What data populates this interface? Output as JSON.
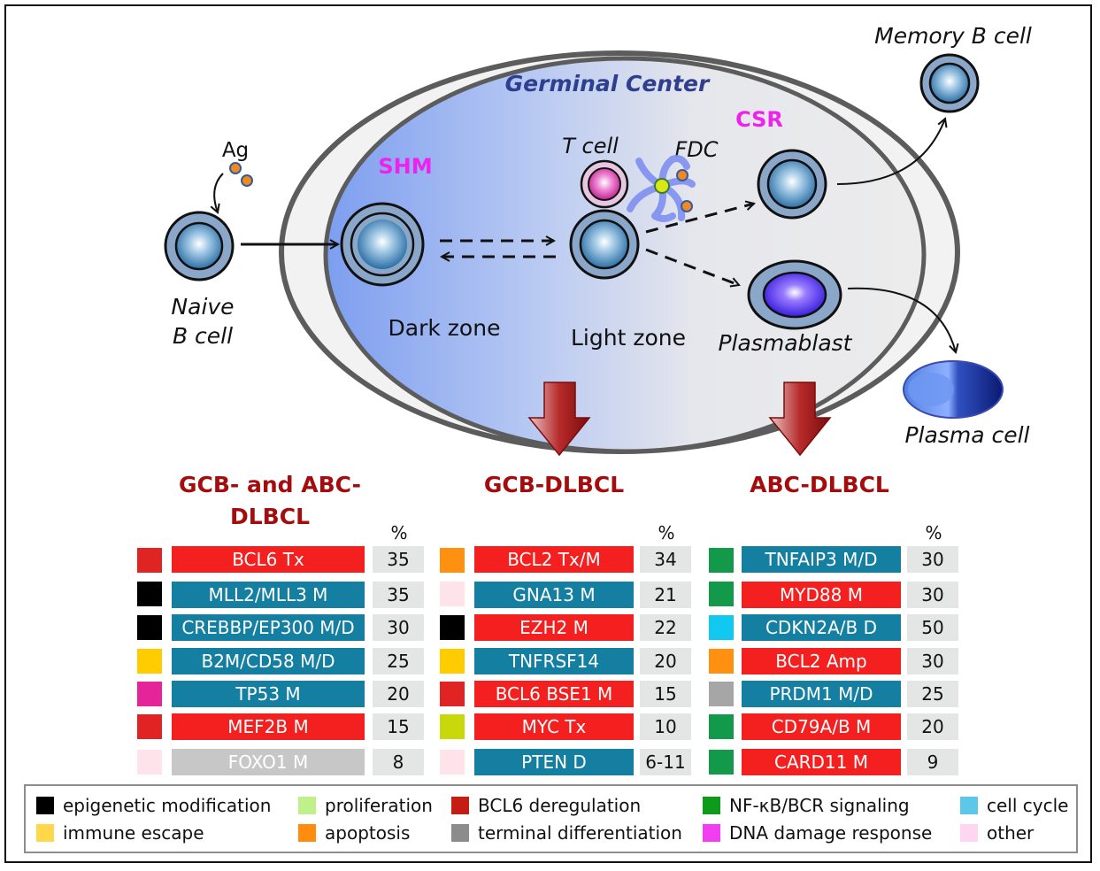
{
  "diagram": {
    "germinal_center": "Germinal Center",
    "shm": "SHM",
    "csr": "CSR",
    "ag": "Ag",
    "naive_line1": "Naive",
    "naive_line2": "B cell",
    "dark_zone": "Dark zone",
    "light_zone": "Light zone",
    "t_cell": "T cell",
    "fdc": "FDC",
    "memory_b_cell": "Memory B cell",
    "plasmablast": "Plasmablast",
    "plasma_cell": "Plasma cell"
  },
  "columns": [
    {
      "header_line1": "GCB- and ABC-",
      "header_line2": "DLBCL",
      "pct_label": "%",
      "rows": [
        {
          "swatch": "#e02424",
          "gene": "BCL6 Tx",
          "color": "#f42020",
          "value": "35"
        },
        {
          "swatch": "#000000",
          "gene": "MLL2/MLL3 M",
          "color": "#157fa2",
          "value": "35"
        },
        {
          "swatch": "#000000",
          "gene": "CREBBP/EP300 M/D",
          "color": "#157fa2",
          "value": "30"
        },
        {
          "swatch": "#ffcc00",
          "gene": "B2M/CD58 M/D",
          "color": "#157fa2",
          "value": "25"
        },
        {
          "swatch": "#e6249a",
          "gene": "TP53 M",
          "color": "#157fa2",
          "value": "20"
        },
        {
          "swatch": "#e02424",
          "gene": "MEF2B M",
          "color": "#f42020",
          "value": "15"
        },
        {
          "swatch": "#ffe3ea",
          "gene": "FOXO1 M",
          "color": "#c7c7c7",
          "value": "8"
        }
      ]
    },
    {
      "header_line1": "GCB-DLBCL",
      "header_line2": "",
      "pct_label": "%",
      "rows": [
        {
          "swatch": "#ff9010",
          "gene": "BCL2 Tx/M",
          "color": "#f42020",
          "value": "34"
        },
        {
          "swatch": "#ffe3ea",
          "gene": "GNA13 M",
          "color": "#157fa2",
          "value": "21"
        },
        {
          "swatch": "#000000",
          "gene": "EZH2 M",
          "color": "#f42020",
          "value": "22"
        },
        {
          "swatch": "#ffcc00",
          "gene": "TNFRSF14",
          "color": "#157fa2",
          "value": "20"
        },
        {
          "swatch": "#e02424",
          "gene": "BCL6 BSE1 M",
          "color": "#f42020",
          "value": "15"
        },
        {
          "swatch": "#c9d80a",
          "gene": "MYC Tx",
          "color": "#f42020",
          "value": "10"
        },
        {
          "swatch": "#ffe3ea",
          "gene": "PTEN D",
          "color": "#157fa2",
          "value": "6-11"
        }
      ]
    },
    {
      "header_line1": "ABC-DLBCL",
      "header_line2": "",
      "pct_label": "%",
      "rows": [
        {
          "swatch": "#13994a",
          "gene": "TNFAIP3 M/D",
          "color": "#157fa2",
          "value": "30"
        },
        {
          "swatch": "#13994a",
          "gene": "MYD88 M",
          "color": "#f42020",
          "value": "30"
        },
        {
          "swatch": "#10c8f0",
          "gene": "CDKN2A/B D",
          "color": "#157fa2",
          "value": "50"
        },
        {
          "swatch": "#ff9010",
          "gene": "BCL2 Amp",
          "color": "#f42020",
          "value": "30"
        },
        {
          "swatch": "#a6a6a6",
          "gene": "PRDM1 M/D",
          "color": "#157fa2",
          "value": "25"
        },
        {
          "swatch": "#13994a",
          "gene": "CD79A/B M",
          "color": "#f42020",
          "value": "20"
        },
        {
          "swatch": "#13994a",
          "gene": "CARD11 M",
          "color": "#f42020",
          "value": "9"
        }
      ]
    }
  ],
  "legend": [
    {
      "label": "epigenetic modification",
      "color": "#000000"
    },
    {
      "label": "immune escape",
      "color": "#ffd84a"
    },
    {
      "label": "proliferation",
      "color": "#bff08a"
    },
    {
      "label": "apoptosis",
      "color": "#ff8c0f"
    },
    {
      "label": "BCL6 deregulation",
      "color": "#c41e14"
    },
    {
      "label": "terminal differentiation",
      "color": "#8c8c8c"
    },
    {
      "label": "NF-κB/BCR signaling",
      "color": "#0e9a1a"
    },
    {
      "label": "DNA damage response",
      "color": "#f23ef2"
    },
    {
      "label": "cell cycle",
      "color": "#5cc8e8"
    },
    {
      "label": "other",
      "color": "#ffd6f2"
    }
  ]
}
